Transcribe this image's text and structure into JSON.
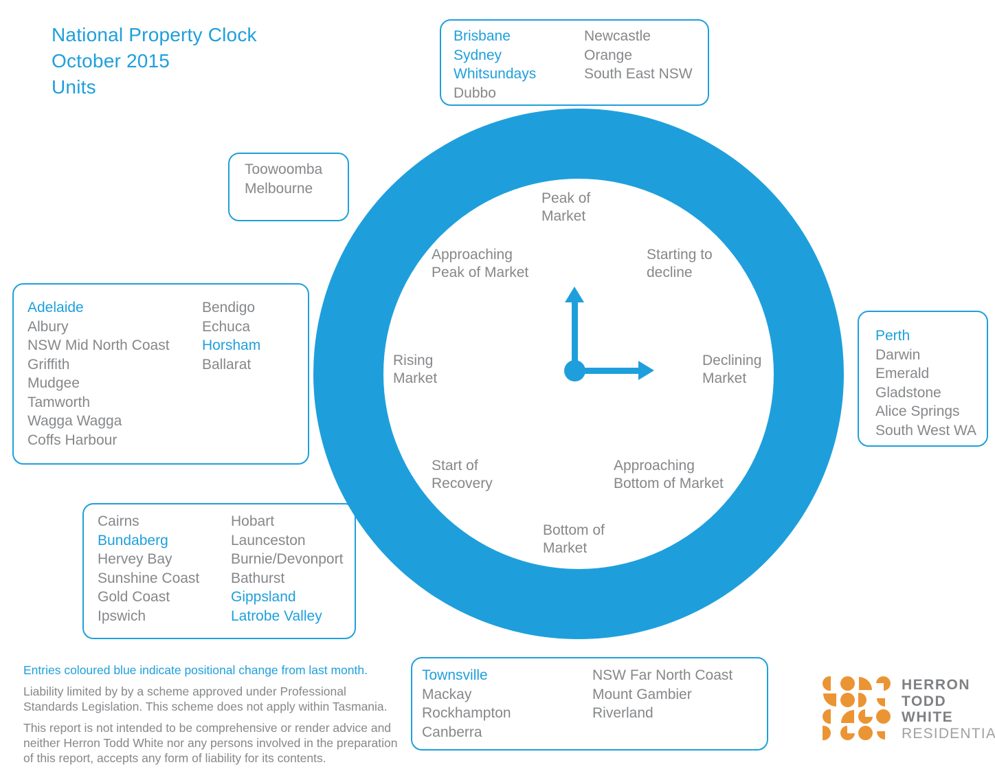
{
  "title": {
    "line1": "National Property Clock",
    "line2": "October 2015",
    "line3": "Units"
  },
  "colors": {
    "accent_blue": "#1E9FDC",
    "text_gray": "#85878A",
    "logo_orange": "#EB9434",
    "logo_gray": "#7E8083",
    "logo_light_gray": "#9FA1A4"
  },
  "stages": {
    "peak": {
      "line1": "Peak of",
      "line2": "Market"
    },
    "approaching_peak": {
      "line1": "Approaching",
      "line2": "Peak of Market"
    },
    "starting_to_decline": {
      "line1": "Starting to",
      "line2": "decline"
    },
    "rising": {
      "line1": "Rising",
      "line2": "Market"
    },
    "declining": {
      "line1": "Declining",
      "line2": "Market"
    },
    "start_of_recovery": {
      "line1": "Start of",
      "line2": "Recovery"
    },
    "approaching_bottom": {
      "line1": "Approaching",
      "line2": "Bottom of Market"
    },
    "bottom": {
      "line1": "Bottom of",
      "line2": "Market"
    }
  },
  "city_boxes": {
    "peak": {
      "col1": [
        {
          "text": "Brisbane",
          "blue": true
        },
        {
          "text": "Sydney",
          "blue": true
        },
        {
          "text": "Whitsundays",
          "blue": true
        },
        {
          "text": "Dubbo",
          "blue": false
        }
      ],
      "col2": [
        {
          "text": "Newcastle",
          "blue": false
        },
        {
          "text": "Orange",
          "blue": false
        },
        {
          "text": "South East NSW",
          "blue": false
        }
      ]
    },
    "approaching_peak": {
      "col1": [
        {
          "text": "Toowoomba",
          "blue": false
        },
        {
          "text": "Melbourne",
          "blue": false
        }
      ]
    },
    "rising": {
      "col1": [
        {
          "text": "Adelaide",
          "blue": true
        },
        {
          "text": "Albury",
          "blue": false
        },
        {
          "text": "NSW Mid North Coast",
          "blue": false
        },
        {
          "text": "Griffith",
          "blue": false
        },
        {
          "text": "Mudgee",
          "blue": false
        },
        {
          "text": "Tamworth",
          "blue": false
        },
        {
          "text": "Wagga Wagga",
          "blue": false
        },
        {
          "text": "Coffs Harbour",
          "blue": false
        }
      ],
      "col2": [
        {
          "text": "Bendigo",
          "blue": false
        },
        {
          "text": "Echuca",
          "blue": false
        },
        {
          "text": "Horsham",
          "blue": true
        },
        {
          "text": "Ballarat",
          "blue": false
        }
      ]
    },
    "declining": {
      "col1": [
        {
          "text": "Perth",
          "blue": true
        },
        {
          "text": "Darwin",
          "blue": false
        },
        {
          "text": "Emerald",
          "blue": false
        },
        {
          "text": "Gladstone",
          "blue": false
        },
        {
          "text": "Alice Springs",
          "blue": false
        },
        {
          "text": "South West WA",
          "blue": false
        }
      ]
    },
    "bottom": {
      "col1": [
        {
          "text": "Cairns",
          "blue": false
        },
        {
          "text": "Bundaberg",
          "blue": true
        },
        {
          "text": "Hervey Bay",
          "blue": false
        },
        {
          "text": "Sunshine Coast",
          "blue": false
        },
        {
          "text": "Gold Coast",
          "blue": false
        },
        {
          "text": "Ipswich",
          "blue": false
        }
      ],
      "col2": [
        {
          "text": "Hobart",
          "blue": false
        },
        {
          "text": "Launceston",
          "blue": false
        },
        {
          "text": "Burnie/Devonport",
          "blue": false
        },
        {
          "text": "Bathurst",
          "blue": false
        },
        {
          "text": "Gippsland",
          "blue": true
        },
        {
          "text": "Latrobe Valley",
          "blue": true
        }
      ]
    },
    "start_of_recovery": {
      "col1": [
        {
          "text": "Townsville",
          "blue": true
        },
        {
          "text": "Mackay",
          "blue": false
        },
        {
          "text": "Rockhampton",
          "blue": false
        },
        {
          "text": "Canberra",
          "blue": false
        }
      ],
      "col2": [
        {
          "text": "NSW Far North Coast",
          "blue": false
        },
        {
          "text": "Mount Gambier",
          "blue": false
        },
        {
          "text": "Riverland",
          "blue": false
        }
      ]
    }
  },
  "footer": {
    "legend_note": "Entries coloured blue indicate positional change from last month.",
    "liability": "Liability limited by by a scheme approved under Professional Standards Legislation. This scheme does not apply within Tasmania.",
    "report_disclaimer": "This report is not intended to be comprehensive or render advice and neither Herron Todd White nor any persons involved in the preparation of this report, accepts any form of liability for its contents."
  },
  "logo": {
    "brand_line1": "HERRON",
    "brand_line2": "TODD",
    "brand_line3": "WHITE",
    "division": "RESIDENTIAL",
    "grid": [
      "half-left",
      "circle",
      "quarter-tr",
      "notch-bl",
      "quarter-bl",
      "circle",
      "half-right",
      "comma-bl",
      "half-left",
      "quarter-tl",
      "notch-tr",
      "circle",
      "half-right",
      "notch-tr",
      "circle",
      "comma-bl"
    ]
  }
}
